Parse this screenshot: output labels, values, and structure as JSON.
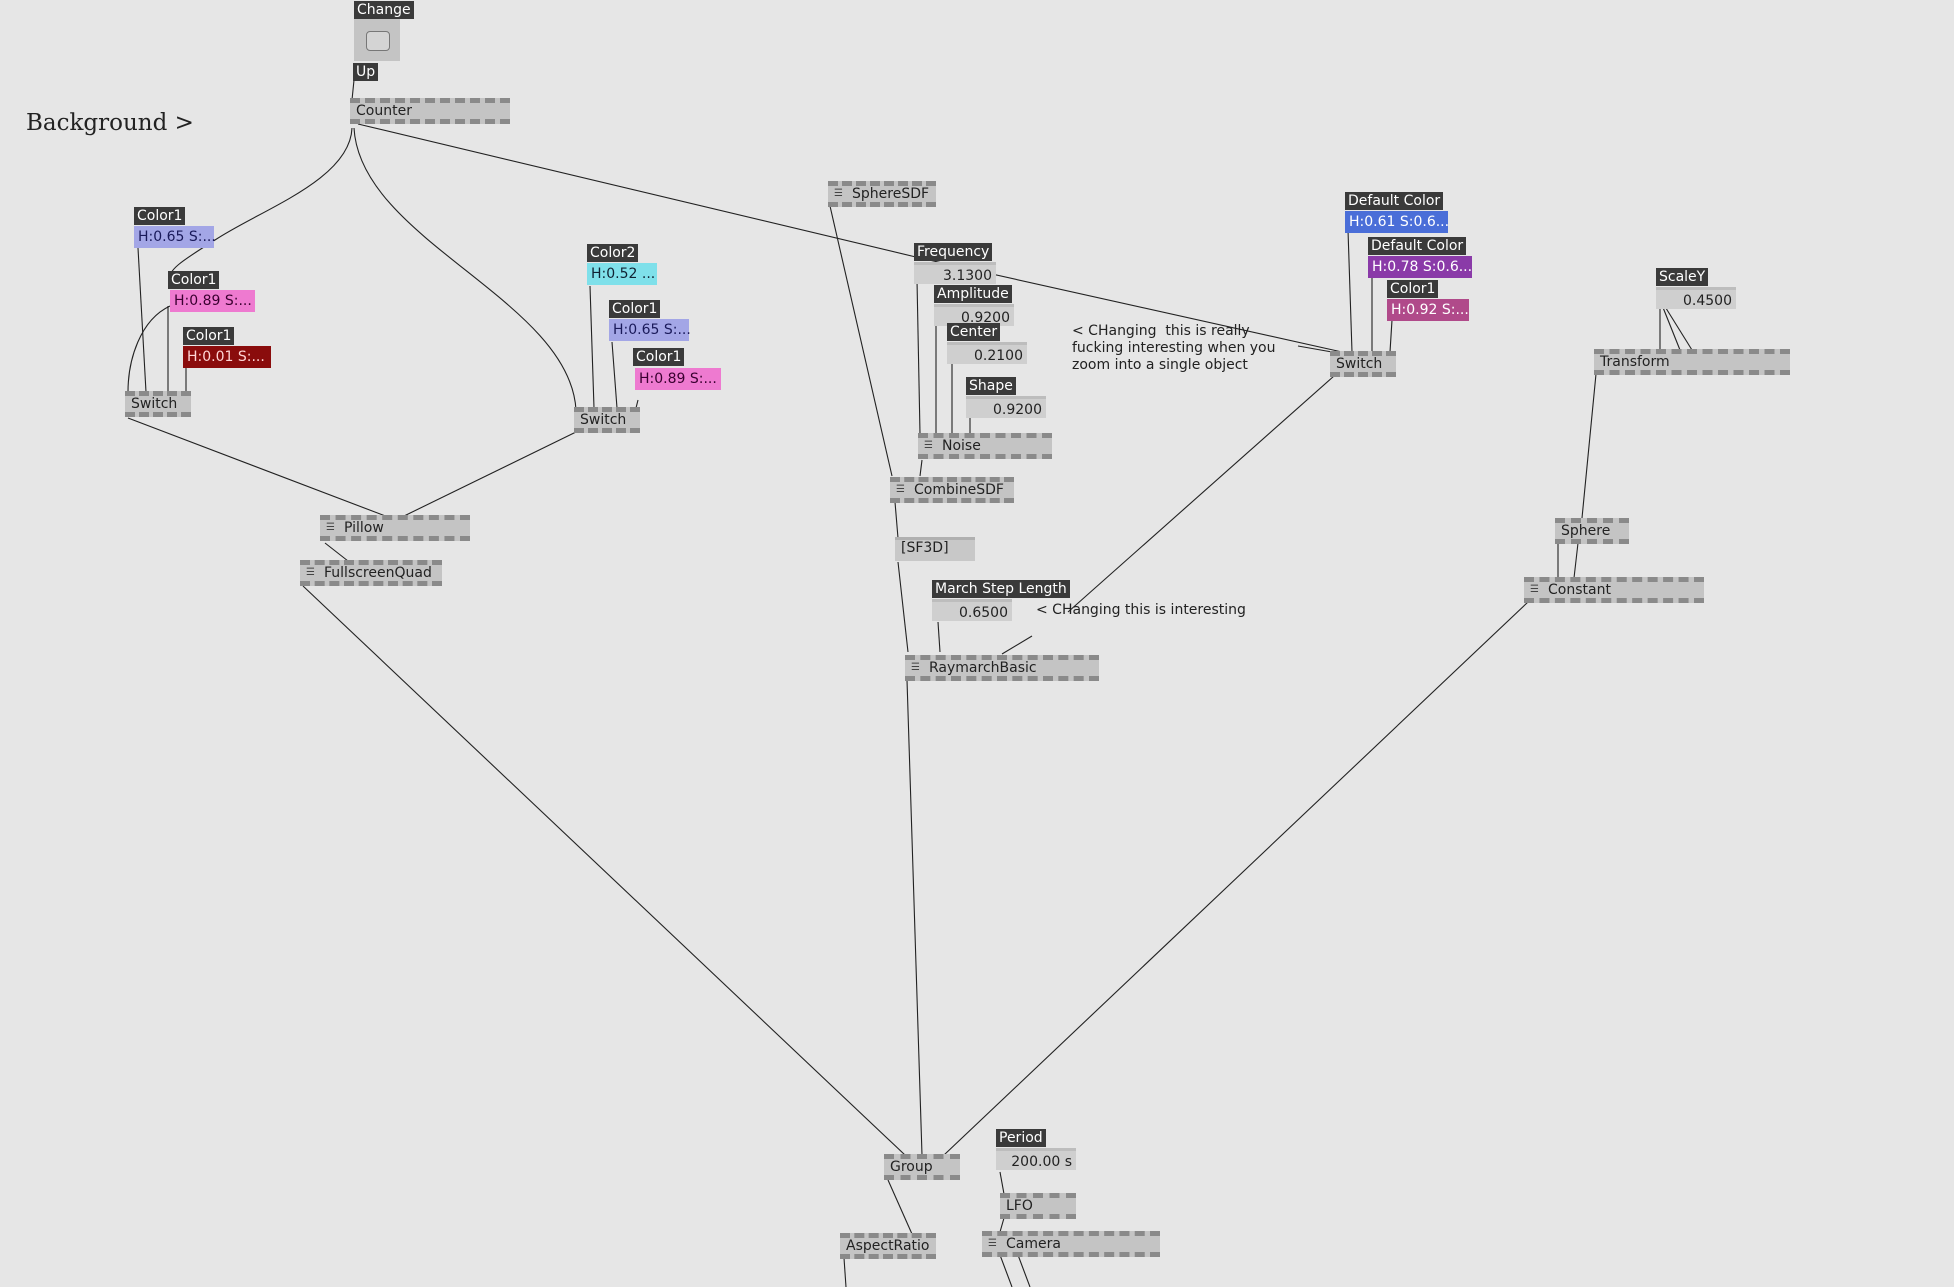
{
  "title": "Background >",
  "trigger": {
    "label_change": "Change",
    "label_up": "Up"
  },
  "nodes": {
    "counter": "Counter",
    "switch_left": "Switch",
    "switch_mid": "Switch",
    "switch_right": "Switch",
    "pillow": "Pillow",
    "fullscreen_quad": "FullscreenQuad",
    "sphere_sdf": "SphereSDF",
    "noise": "Noise",
    "combine_sdf": "CombineSDF",
    "sf3d": "[SF3D]",
    "raymarch": "RaymarchBasic",
    "transform": "Transform",
    "sphere": "Sphere",
    "constant": "Constant",
    "group": "Group",
    "lfo": "LFO",
    "aspect_ratio": "AspectRatio",
    "camera": "Camera"
  },
  "colors": {
    "left_color1_a": {
      "label": "Color1",
      "value": "H:0.65  S:...",
      "bg": "#a3a6e6"
    },
    "left_color1_b": {
      "label": "Color1",
      "value": "H:0.89  S:...",
      "bg": "#ee7ad0"
    },
    "left_color1_c": {
      "label": "Color1",
      "value": "H:0.01  S:...",
      "bg": "#8a0c0c"
    },
    "mid_color2": {
      "label": "Color2",
      "value": "H:0.52  ...",
      "bg": "#7fe0ea"
    },
    "mid_color1_a": {
      "label": "Color1",
      "value": "H:0.65  S:...",
      "bg": "#a3a6e6"
    },
    "mid_color1_b": {
      "label": "Color1",
      "value": "H:0.89  S:...",
      "bg": "#ee7ad0"
    },
    "right_default_a": {
      "label": "Default Color",
      "value": "H:0.61  S:0.6...",
      "bg": "#4a6ed8"
    },
    "right_default_b": {
      "label": "Default Color",
      "value": "H:0.78  S:0.6...",
      "bg": "#8a3aa8"
    },
    "right_color1": {
      "label": "Color1",
      "value": "H:0.92  S:...",
      "bg": "#b04a8a"
    }
  },
  "params": {
    "frequency": {
      "label": "Frequency",
      "value": "3.1300"
    },
    "amplitude": {
      "label": "Amplitude",
      "value": "0.9200"
    },
    "center": {
      "label": "Center",
      "value": "0.2100"
    },
    "shape": {
      "label": "Shape",
      "value": "0.9200"
    },
    "march_step": {
      "label": "March Step Length",
      "value": "0.6500"
    },
    "scaley": {
      "label": "ScaleY",
      "value": "0.4500"
    },
    "period": {
      "label": "Period",
      "value": "200.00 s"
    }
  },
  "comments": {
    "noise_comment": "< CHanging  this is really\nfucking interesting when you\nzoom into a single object",
    "march_comment": "< CHanging this is interesting"
  }
}
